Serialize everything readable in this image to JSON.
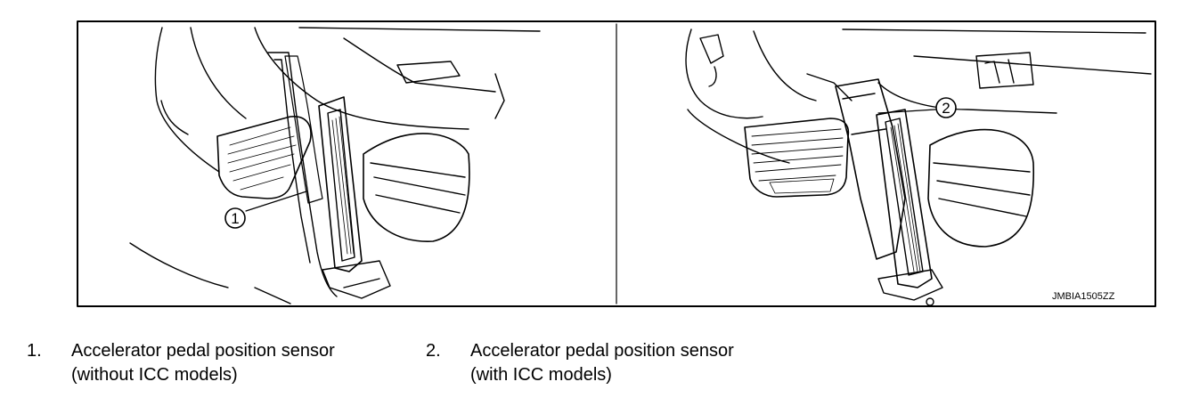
{
  "figure": {
    "code": "JMBIA1505ZZ",
    "callouts": [
      "1",
      "2"
    ]
  },
  "legend": [
    {
      "number": "1.",
      "line1": "Accelerator pedal position sensor",
      "line2": "(without ICC models)"
    },
    {
      "number": "2.",
      "line1": "Accelerator pedal position sensor",
      "line2": "(with ICC models)"
    }
  ]
}
